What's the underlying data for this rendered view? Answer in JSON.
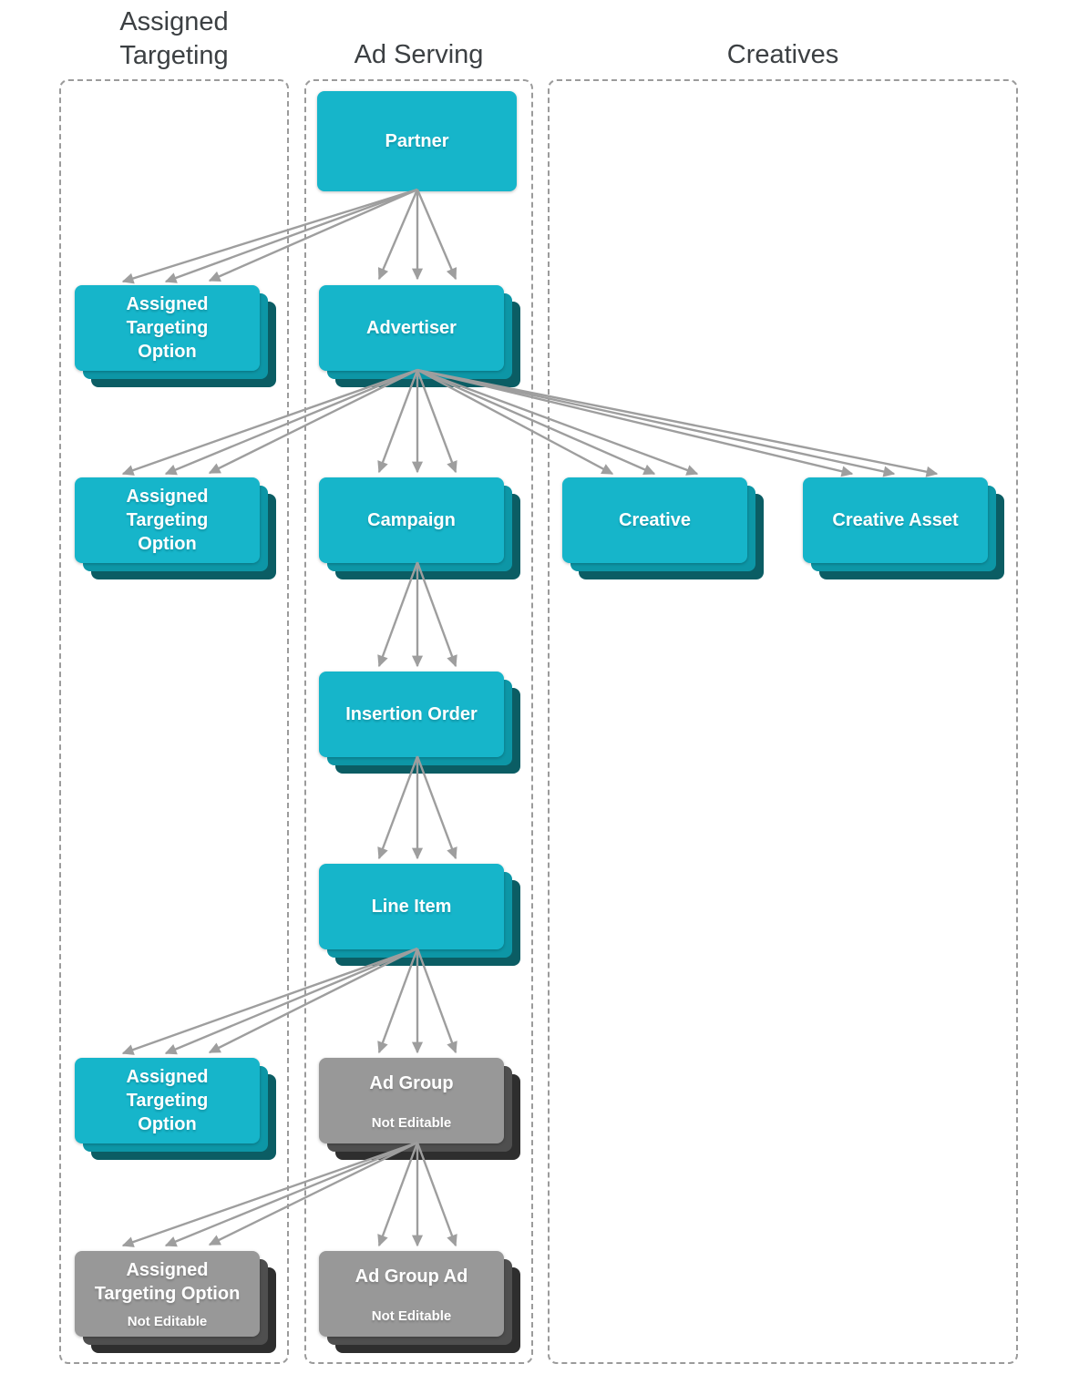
{
  "columns": [
    {
      "id": "assigned-targeting",
      "title": "Assigned\nTargeting"
    },
    {
      "id": "ad-serving",
      "title": "Ad Serving"
    },
    {
      "id": "creatives",
      "title": "Creatives"
    }
  ],
  "nodes": [
    {
      "id": "partner",
      "label": "Partner",
      "style": "cyan",
      "stacked": false
    },
    {
      "id": "assigned-targeting-option-1",
      "label": "Assigned\nTargeting\nOption",
      "style": "cyan",
      "stacked": true
    },
    {
      "id": "advertiser",
      "label": "Advertiser",
      "style": "cyan",
      "stacked": true
    },
    {
      "id": "assigned-targeting-option-2",
      "label": "Assigned\nTargeting\nOption",
      "style": "cyan",
      "stacked": true
    },
    {
      "id": "campaign",
      "label": "Campaign",
      "style": "cyan",
      "stacked": true
    },
    {
      "id": "creative",
      "label": "Creative",
      "style": "cyan",
      "stacked": true
    },
    {
      "id": "creative-asset",
      "label": "Creative Asset",
      "style": "cyan",
      "stacked": true
    },
    {
      "id": "insertion-order",
      "label": "Insertion Order",
      "style": "cyan",
      "stacked": true
    },
    {
      "id": "line-item",
      "label": "Line Item",
      "style": "cyan",
      "stacked": true
    },
    {
      "id": "assigned-targeting-option-3",
      "label": "Assigned\nTargeting\nOption",
      "style": "cyan",
      "stacked": true
    },
    {
      "id": "ad-group",
      "label": "Ad Group",
      "sublabel": "Not Editable",
      "style": "gray",
      "stacked": true
    },
    {
      "id": "assigned-targeting-option-4",
      "label": "Assigned\nTargeting Option",
      "sublabel": "Not Editable",
      "style": "gray",
      "stacked": true
    },
    {
      "id": "ad-group-ad",
      "label": "Ad Group Ad",
      "sublabel": "Not Editable",
      "style": "gray",
      "stacked": true
    }
  ],
  "colors": {
    "background": "#ffffff",
    "cyanFace": "#16b5ca",
    "cyanMid": "#0d96a6",
    "cyanDark": "#0b5d64",
    "grayFace": "#989898",
    "grayMid": "#4f4f4f",
    "grayDark": "#2e2e2e",
    "arrow": "#9e9e9e",
    "dashedBorder": "#9b9b9b",
    "titleText": "#3c4043",
    "nodeText": "#ffffff"
  }
}
